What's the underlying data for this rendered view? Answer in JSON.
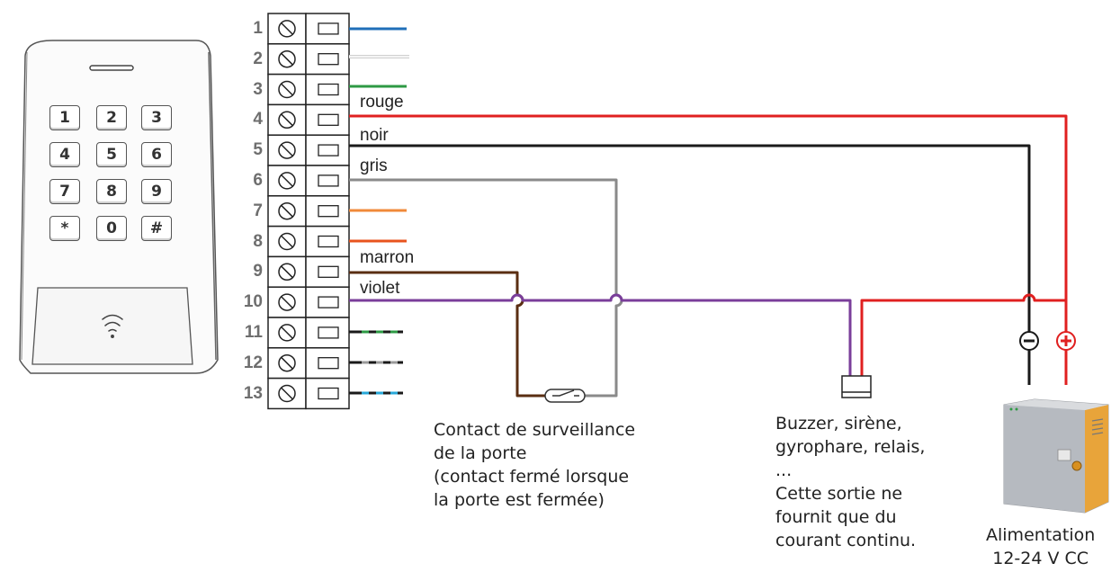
{
  "keypad": {
    "keys": [
      "1",
      "2",
      "3",
      "4",
      "5",
      "6",
      "7",
      "8",
      "9",
      "*",
      "0",
      "#"
    ],
    "reader_icon": "rfid-wifi-icon"
  },
  "terminal_block": {
    "numbers": [
      "1",
      "2",
      "3",
      "4",
      "5",
      "6",
      "7",
      "8",
      "9",
      "10",
      "11",
      "12",
      "13"
    ]
  },
  "wire_labels": {
    "t4": "rouge",
    "t5": "noir",
    "t6": "gris",
    "t9": "marron",
    "t10": "violet"
  },
  "polarity": {
    "minus": "−",
    "plus": "+"
  },
  "annotations": {
    "door_contact": "Contact de surveillance\nde la porte\n(contact fermé lorsque\nla porte est fermée)",
    "output": "Buzzer, sirène,\ngyrophare, relais,\n...\nCette sortie ne\nfournit que du\ncourant continu.",
    "power": "Alimentation\n12-24 V CC"
  },
  "colors": {
    "blue": "#1f6fb8",
    "white": "#cfcfcf",
    "green": "#2e9a44",
    "red": "#e02020",
    "black": "#1a1a1a",
    "grey": "#8a8a8a",
    "orange": "#f08a3a",
    "orange_red": "#e8531e",
    "brown": "#5a2e12",
    "violet": "#7a3e9a"
  }
}
